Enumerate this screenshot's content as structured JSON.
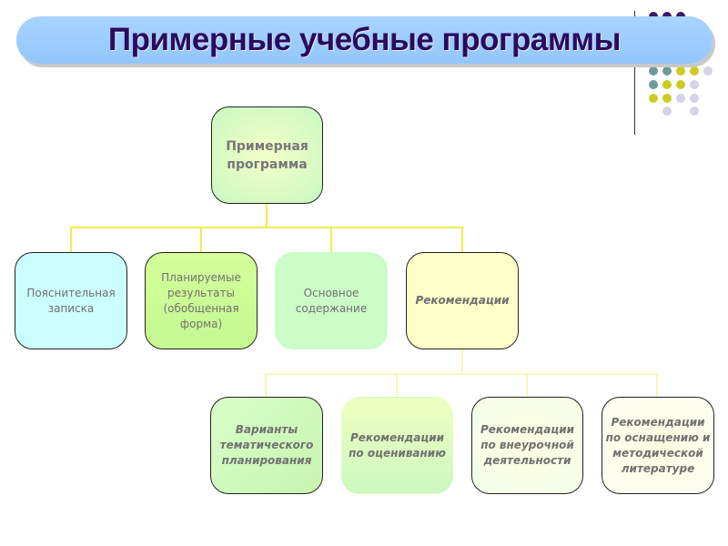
{
  "title": "Примерные учебные программы",
  "diagram": {
    "root": "Примерная программа",
    "level1": [
      "Пояснительная записка",
      "Планируемые результаты (обобщенная форма)",
      "Основное содержание",
      "Рекомендации"
    ],
    "level2": [
      "Варианты тематического планирования",
      "Рекомендации по оцениванию",
      "Рекомендации по внеурочной деятельности",
      "Рекомендации по оснащению и методической литературе"
    ]
  },
  "colors": {
    "banner": "#99ccff",
    "title": "#2a0b5e",
    "connector": "#f2ec50",
    "teal": "#6e9a9a",
    "yellow": "#cccc22",
    "lavender": "#d4d4e8",
    "purple": "#3a1a6a"
  }
}
